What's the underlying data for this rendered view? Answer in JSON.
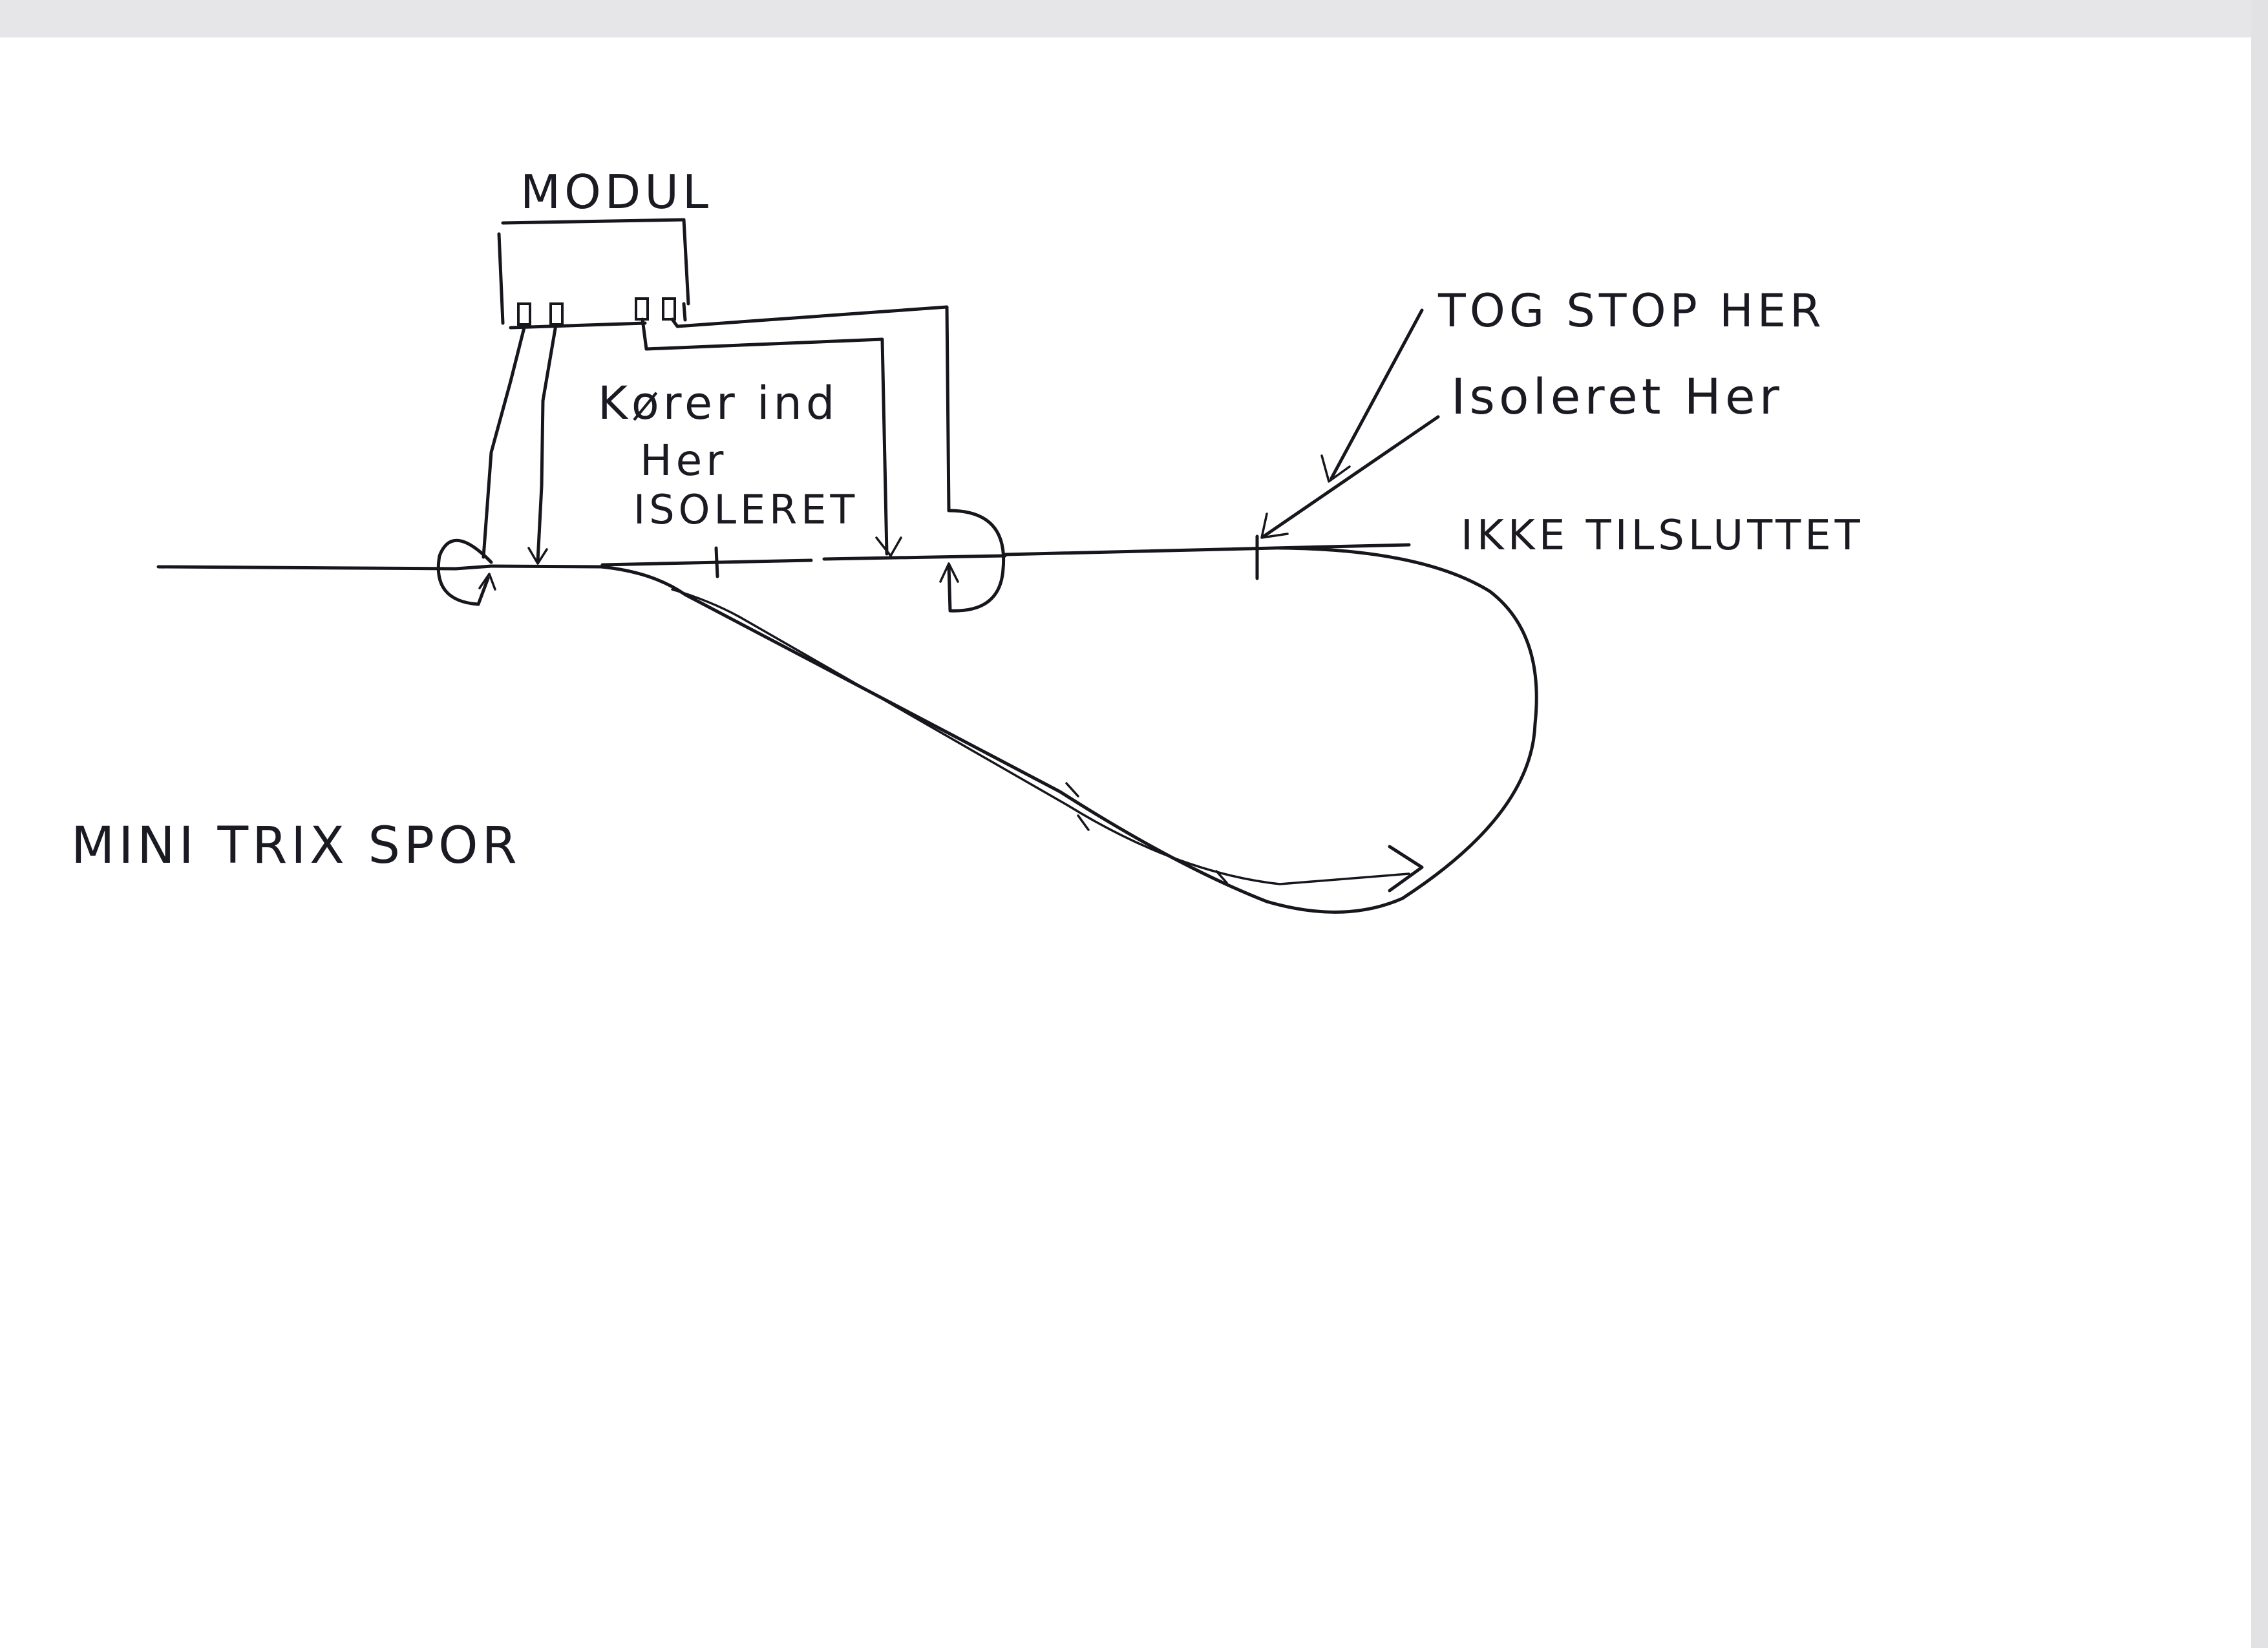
{
  "labels": {
    "modul": "MODUL",
    "korer_ind": "Kører ind",
    "her": "Her",
    "isoleret_upper": "ISOLERET",
    "tog_stop_her": "TOG STOP HER",
    "isoleret_her": "Isoleret Her",
    "ikke_tilsluttet": "IKKE TILSLUTTET",
    "mini_trix_spor": "MINI TRIX SPOR"
  },
  "colors": {
    "paper": "#ffffff",
    "ink": "#16161d",
    "scan_margin": "#e6e6e9"
  }
}
